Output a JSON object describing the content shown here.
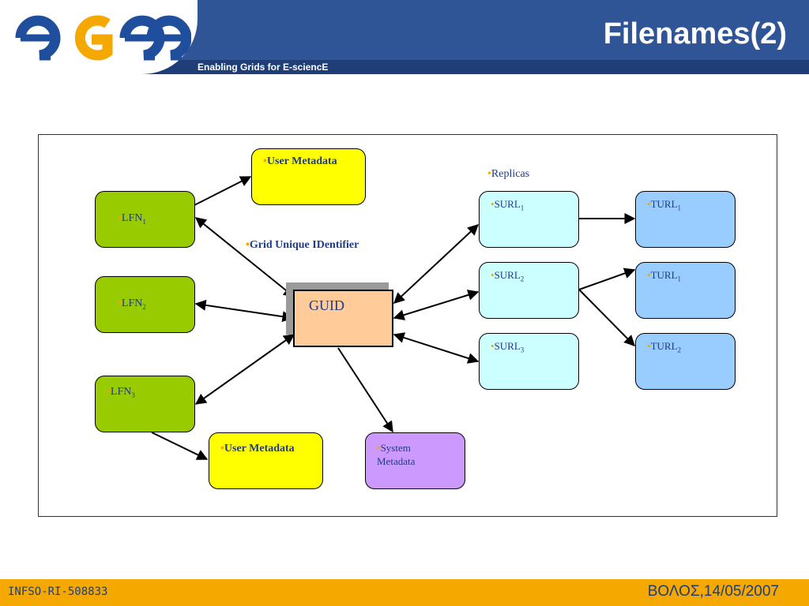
{
  "header": {
    "tagline": "Enabling Grids for E-sciencE",
    "title": "Filenames(2)"
  },
  "diagram": {
    "bullet": "•",
    "user_metadata_top": "User Metadata",
    "replicas_label": "Replicas",
    "guid_label": "Grid Unique IDentifier",
    "guid_box": "GUID",
    "lfn_base": "LFN",
    "lfn1_sub": "1",
    "lfn2_sub": "2",
    "lfn3_sub": "3",
    "surl_base": "SURL",
    "surl1_sub": "1",
    "surl2_sub": "2",
    "surl3_sub": "3",
    "turl_base": "TURL",
    "turl_a_sub": "1",
    "turl_b_sub": "1",
    "turl_c_sub": "2",
    "user_metadata_bottom": "User Metadata",
    "system_metadata_line1": "System",
    "system_metadata_line2": "Metadata"
  },
  "colors": {
    "header_blue": "#2f5597",
    "footer_orange": "#f5a800",
    "lfn_green": "#99cc00",
    "metadata_yellow": "#ffff00",
    "surl_cyan": "#ccffff",
    "turl_blue": "#99ccff",
    "system_purple": "#cc99ff",
    "guid_peach": "#ffcc99"
  },
  "footer": {
    "left": "INFSO-RI-508833",
    "right": "ΒΟΛΟΣ,14/05/2007"
  }
}
